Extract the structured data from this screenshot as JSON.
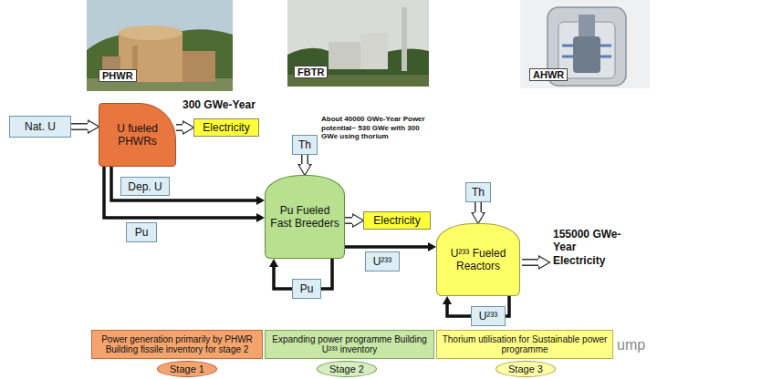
{
  "diagram": {
    "nodes": [
      {
        "text": [
          "Nat. U"
        ]
      },
      {
        "text": [
          "U fueled PHWRs"
        ]
      },
      {
        "text": [
          "Electricity"
        ]
      },
      {
        "text": [
          "Dep. U"
        ]
      },
      {
        "text": [
          "Pu"
        ]
      },
      {
        "text": [
          "Th"
        ]
      },
      {
        "text": [
          "Pu Fueled Fast Breeders"
        ]
      },
      {
        "text": [
          "Electricity"
        ]
      },
      {
        "text": [
          "U²³³"
        ]
      },
      {
        "text": [
          "Pu"
        ]
      },
      {
        "text": [
          "Th"
        ]
      },
      {
        "text": [
          "U²³³ Fueled Reactors"
        ]
      },
      {
        "text": [
          "U²³³"
        ]
      },
      {
        "text": [
          "Power generation primarily by PHWR Building fissile inventory for stage 2"
        ]
      },
      {
        "text": [
          "Expanding power programme Building U²³³ inventory"
        ]
      },
      {
        "text": [
          "Thorium utilisation for Sustainable power programme"
        ]
      },
      {
        "text": [
          "Stage 1"
        ]
      },
      {
        "text": [
          "Stage 2"
        ]
      },
      {
        "text": [
          "Stage 3"
        ]
      }
    ],
    "edges": [
      {
        "from": 0,
        "to": 1,
        "arrow": "to"
      },
      {
        "from": 1,
        "to": 2,
        "arrow": "to"
      },
      {
        "from": 1,
        "to": 6,
        "arrow": "to"
      },
      {
        "from": 1,
        "to": 6,
        "arrow": "to"
      },
      {
        "from": 5,
        "to": 6,
        "arrow": "to"
      },
      {
        "from": 6,
        "to": 7,
        "arrow": "to"
      },
      {
        "from": 6,
        "to": 11,
        "arrow": "to"
      },
      {
        "from": 6,
        "to": 9,
        "arrow": "none"
      },
      {
        "from": 9,
        "to": 6,
        "arrow": "to"
      },
      {
        "from": 10,
        "to": 11,
        "arrow": "to"
      },
      {
        "from": 11,
        "to": 12,
        "arrow": "none"
      },
      {
        "from": 12,
        "to": 11,
        "arrow": "to"
      }
    ],
    "labels": [
      "PHWR",
      "FBTR",
      "AHWR",
      "300 GWe-Year",
      "About 40000 GWe-Year Power potential~ 530 GWe with 300 GWe using thorium",
      "155000 GWe-Year Electricity",
      "ump"
    ]
  }
}
